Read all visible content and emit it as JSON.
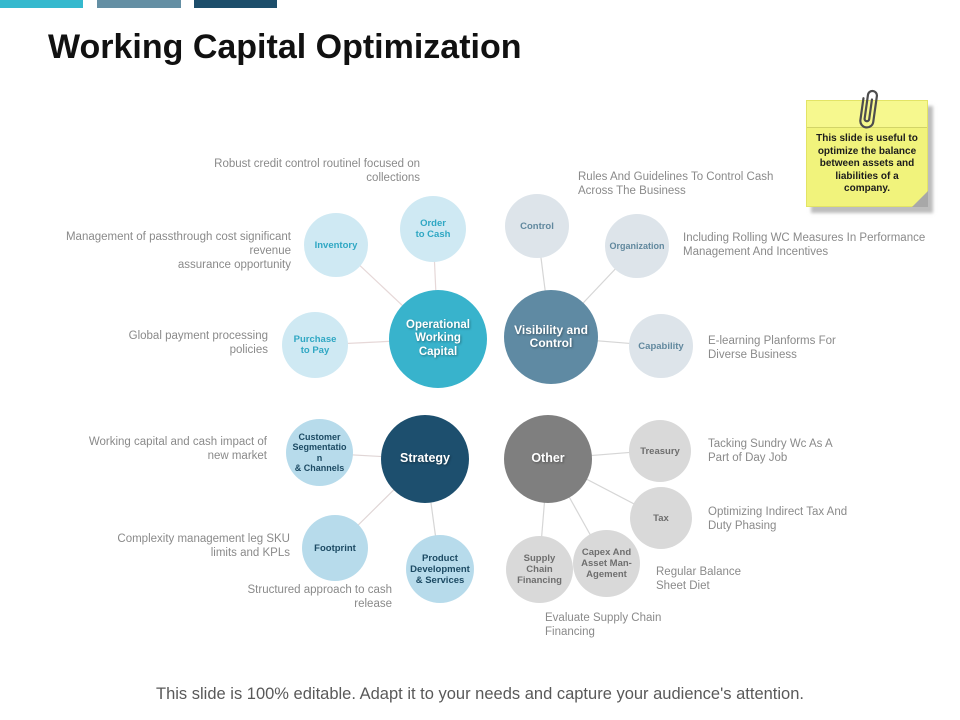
{
  "slide": {
    "title": "Working Capital Optimization",
    "footer": "This slide is 100% editable.  Adapt it to your needs and capture your audience's attention.",
    "sticky_note": {
      "text": "This slide is useful to optimize the balance between assets and liabilities of a company.",
      "icon": "paperclip-icon",
      "color": "#f1f37c"
    },
    "top_bar_colors": [
      "#35b9ce",
      "#648fa4",
      "#1d4e6b"
    ]
  },
  "clusters": [
    {
      "name": "Operational Working Capital",
      "hub_color": "#38b3cc",
      "satellite_color": "#cfe9f3",
      "center": {
        "label": "Operational\nWorking\nCapital"
      },
      "satellites": [
        {
          "label": "Inventory"
        },
        {
          "label": "Order\nto Cash"
        },
        {
          "label": "Purchase\nto Pay"
        }
      ]
    },
    {
      "name": "Visibility and Control",
      "hub_color": "#5f8aa3",
      "satellite_color": "#dde4ea",
      "center": {
        "label": "Visibility and\nControl"
      },
      "satellites": [
        {
          "label": "Control"
        },
        {
          "label": "Organization"
        },
        {
          "label": "Capability"
        }
      ]
    },
    {
      "name": "Strategy",
      "hub_color": "#1d4f6e",
      "satellite_color": "#b7dbeb",
      "center": {
        "label": "Strategy"
      },
      "satellites": [
        {
          "label": "Customer\nSegmentatio\nn\n& Channels"
        },
        {
          "label": "Footprint"
        },
        {
          "label": "Product\nDevelopment\n& Services"
        }
      ]
    },
    {
      "name": "Other",
      "hub_color": "#7f7f7f",
      "satellite_color": "#d9d9d9",
      "center": {
        "label": "Other"
      },
      "satellites": [
        {
          "label": "Treasury"
        },
        {
          "label": "Tax"
        },
        {
          "label": "Capex And\nAsset Man-\nAgement"
        },
        {
          "label": "Supply\nChain\nFinancing"
        }
      ]
    }
  ],
  "annotations": {
    "robust": "Robust credit control routinel focused on\ncollections",
    "management": "Management  of passthrough cost significant revenue\nassurance opportunity",
    "global_payment": "Global payment processing\npolicies",
    "working_capital": "Working capital and cash impact of\nnew market",
    "complexity": "Complexity management leg SKU\nlimits  and KPLs",
    "structured": "Structured approach to cash\nrelease",
    "rules": "Rules And Guidelines To Control Cash\nAcross The Business",
    "including": "Including Rolling WC Measures In Performance\nManagement  And Incentives",
    "elearning": "E-learning Planforms For\nDiverse Business",
    "tacking": "Tacking Sundry Wc As A\nPart of Day Job",
    "optimizing": "Optimizing Indirect Tax And\nDuty Phasing",
    "regular": "Regular Balance\nSheet Diet",
    "evaluate": "Evaluate Supply Chain\nFinancing"
  }
}
